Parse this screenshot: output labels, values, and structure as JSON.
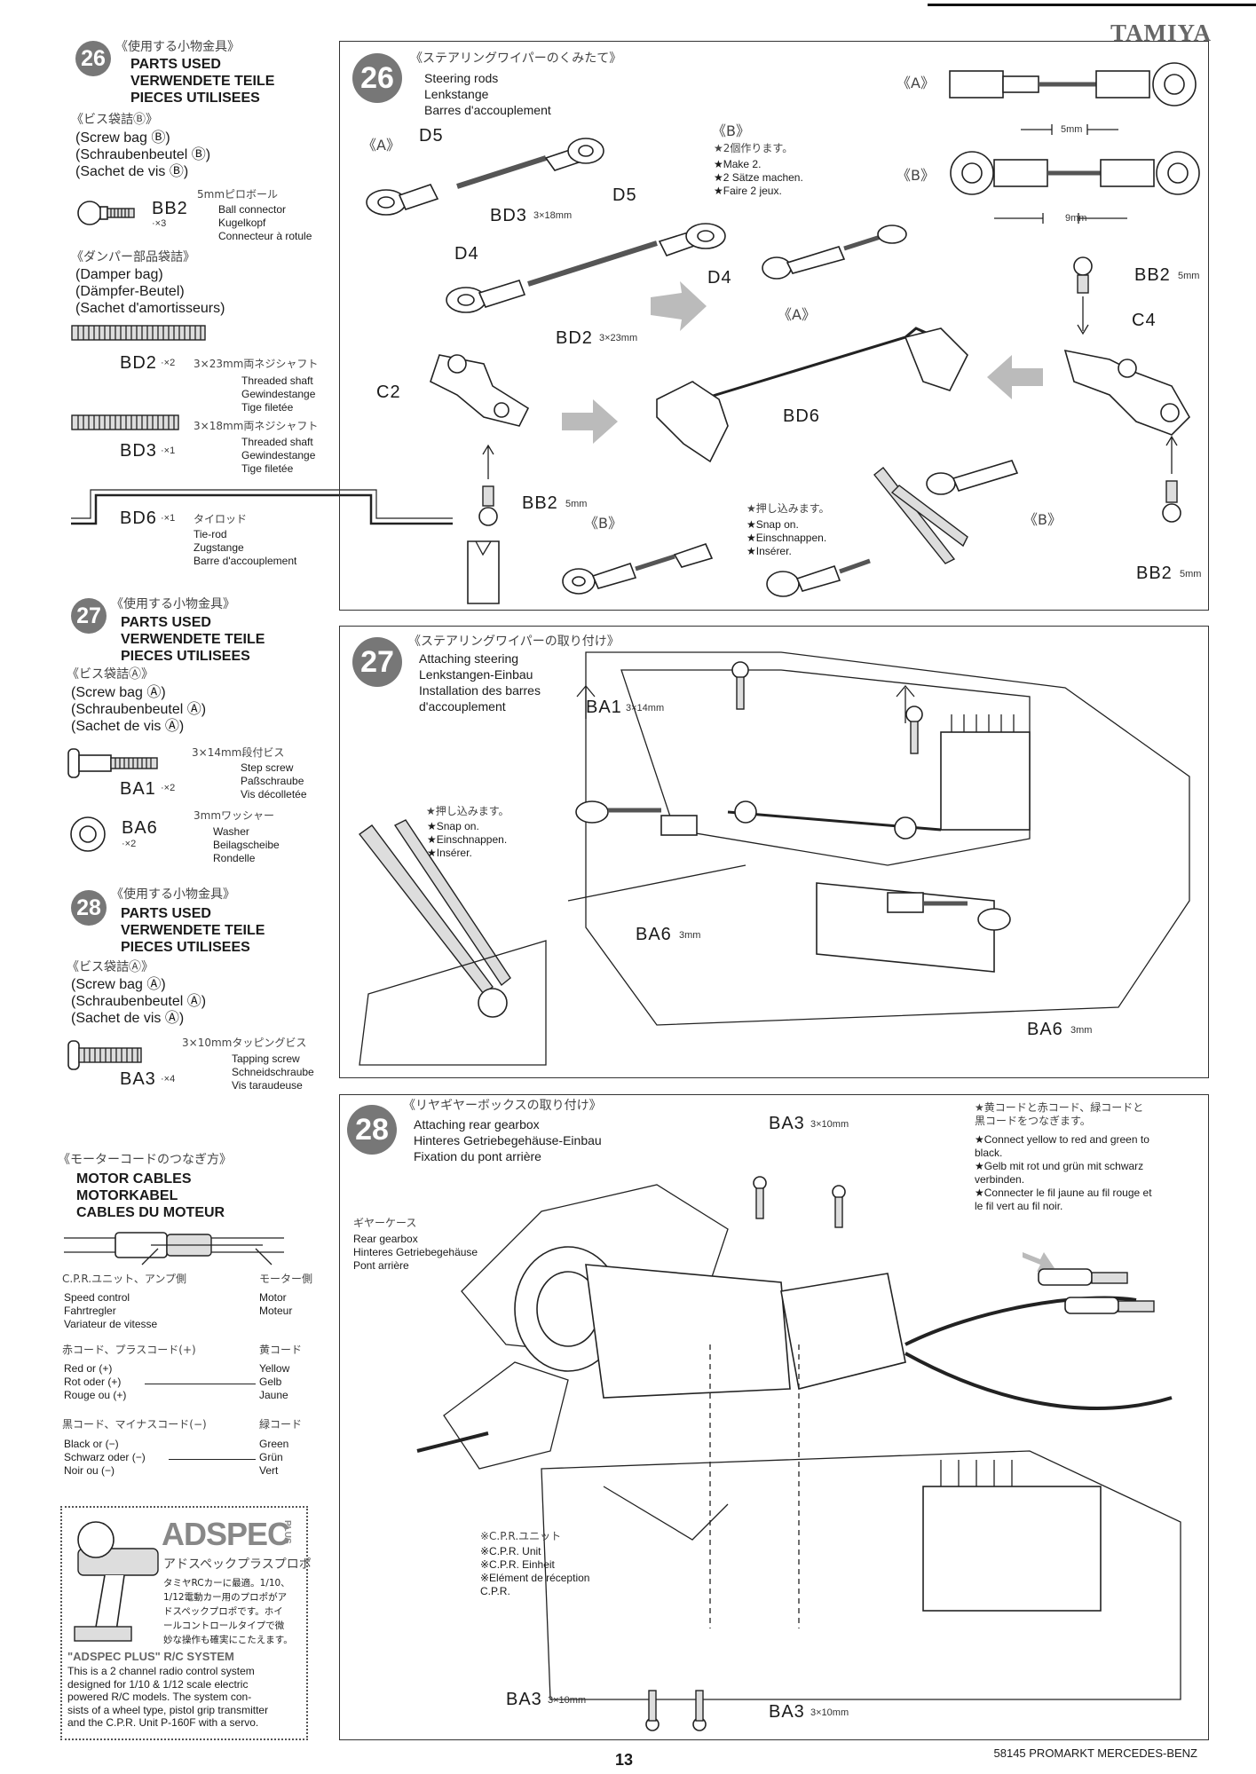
{
  "header": {
    "brand": "TAMIYA"
  },
  "left_col": {
    "s26": {
      "num": "26",
      "jp_title": "《使用する小物金具》",
      "title_lines": [
        "PARTS USED",
        "VERWENDETE TEILE",
        "PIECES UTILISEES"
      ],
      "bag_jp": "《ビス袋詰Ⓑ》",
      "bag_lines": [
        "(Screw bag Ⓑ)",
        "(Schraubenbeutel Ⓑ)",
        "(Sachet de vis Ⓑ)"
      ],
      "bb2": {
        "jp": "5mmピロボール",
        "code": "BB2",
        "qty": "·×3",
        "lines": [
          "Ball connector",
          "Kugelkopf",
          "Connecteur à rotule"
        ]
      },
      "damper_jp": "《ダンパー部品袋詰》",
      "damper_lines": [
        "(Damper bag)",
        "(Dämpfer-Beutel)",
        "(Sachet d'amortisseurs)"
      ],
      "bd2": {
        "code": "BD2",
        "qty": "·×2",
        "jp": "3×23mm両ネジシャフト",
        "lines": [
          "Threaded shaft",
          "Gewindestange",
          "Tige filetée"
        ]
      },
      "bd3": {
        "code": "BD3",
        "qty": "·×1",
        "jp": "3×18mm両ネジシャフト",
        "lines": [
          "Threaded shaft",
          "Gewindestange",
          "Tige filetée"
        ]
      },
      "bd6": {
        "code": "BD6",
        "qty": "·×1",
        "jp": "タイロッド",
        "lines": [
          "Tie-rod",
          "Zugstange",
          "Barre d'accouplement"
        ]
      }
    },
    "s27": {
      "num": "27",
      "jp_title": "《使用する小物金具》",
      "title_lines": [
        "PARTS USED",
        "VERWENDETE TEILE",
        "PIECES UTILISEES"
      ],
      "bag_jp": "《ビス袋詰Ⓐ》",
      "bag_lines": [
        "(Screw bag Ⓐ)",
        "(Schraubenbeutel Ⓐ)",
        "(Sachet de vis Ⓐ)"
      ],
      "ba1": {
        "jp": "3×14mm段付ビス",
        "code": "BA1",
        "qty": "·×2",
        "lines": [
          "Step screw",
          "Paßschraube",
          "Vis décolletée"
        ]
      },
      "ba6": {
        "jp": "3mmワッシャー",
        "code": "BA6",
        "qty": "·×2",
        "lines": [
          "Washer",
          "Beilagscheibe",
          "Rondelle"
        ]
      }
    },
    "s28": {
      "num": "28",
      "jp_title": "《使用する小物金具》",
      "title_lines": [
        "PARTS USED",
        "VERWENDETE TEILE",
        "PIECES UTILISEES"
      ],
      "bag_jp": "《ビス袋詰Ⓐ》",
      "bag_lines": [
        "(Screw bag Ⓐ)",
        "(Schraubenbeutel Ⓐ)",
        "(Sachet de vis Ⓐ)"
      ],
      "ba3": {
        "jp": "3×10mmタッピングビス",
        "code": "BA3",
        "qty": "·×4",
        "lines": [
          "Tapping screw",
          "Schneidschraube",
          "Vis taraudeuse"
        ]
      }
    },
    "motor": {
      "jp_title": "《モーターコードのつなぎ方》",
      "title_lines": [
        "MOTOR CABLES",
        "MOTORKABEL",
        "CABLES DU MOTEUR"
      ],
      "cpr_jp": "C.P.R.ユニット、アンプ側",
      "motor_jp": "モーター側",
      "cpr_lines": [
        "Speed control",
        "Fahrtregler",
        "Variateur de vitesse"
      ],
      "motor_lines": [
        "Motor",
        "Moteur"
      ],
      "red_jp": "赤コード、プラスコード(+)",
      "yellow_jp": "黄コード",
      "red_lines": [
        "Red or (+)",
        "Rot oder (+)",
        "Rouge ou (+)"
      ],
      "yellow_lines": [
        "Yellow",
        "Gelb",
        "Jaune"
      ],
      "black_jp": "黒コード、マイナスコード(−)",
      "green_jp": "緑コード",
      "black_lines": [
        "Black or (−)",
        "Schwarz oder (−)",
        "Noir ou (−)"
      ],
      "green_lines": [
        "Green",
        "Grün",
        "Vert"
      ]
    },
    "ad": {
      "brand": "ADSPEC",
      "plus": "PLUS",
      "brand_jp": "アドスペックプラスプロポ",
      "jp_lines": [
        "タミヤRCカーに最適。1/10、",
        "1/12電動カー用のプロポがア",
        "ドスペックプロポです。ホイ",
        "ールコントロールタイプで微",
        "妙な操作も確実にこたえます。"
      ],
      "title": "\"ADSPEC PLUS\" R/C SYSTEM",
      "body_lines": [
        "This is a 2 channel radio control system",
        "designed for 1/10 & 1/12 scale electric",
        "powered R/C models. The system con-",
        "sists of a wheel type, pistol grip transmitter",
        "and the C.P.R. Unit P-160F with a servo."
      ]
    }
  },
  "step26": {
    "num": "26",
    "jp_title": "《ステアリングワイパーのくみたて》",
    "lines": [
      "Steering rods",
      "Lenkstange",
      "Barres d'accouplement"
    ],
    "label_A": "《A》",
    "label_B": "《B》",
    "note_jp": "★2個作ります。",
    "note_lines": [
      "★Make 2.",
      "★2 Sätze machen.",
      "★Faire 2 jeux."
    ],
    "d5": "D5",
    "d4": "D4",
    "bd3": "BD3",
    "bd3_size": "3×18mm",
    "bd2": "BD2",
    "bd2_size": "3×23mm",
    "dim_a": "5mm",
    "dim_b": "9mm",
    "c2": "C2",
    "c4": "C4",
    "bd6": "BD6",
    "bb2": "BB2",
    "bb2_size": "5mm",
    "snap_jp": "★押し込みます。",
    "snap_lines": [
      "★Snap on.",
      "★Einschnappen.",
      "★Insérer."
    ]
  },
  "step27": {
    "num": "27",
    "jp_title": "《ステアリングワイパーの取り付け》",
    "lines": [
      "Attaching steering",
      "Lenkstangen-Einbau",
      "Installation des barres",
      "d'accouplement"
    ],
    "ba1": "BA1",
    "ba1_size": "3×14mm",
    "ba6": "BA6",
    "ba6_size": "3mm",
    "snap_jp": "★押し込みます。",
    "snap_lines": [
      "★Snap on.",
      "★Einschnappen.",
      "★Insérer."
    ]
  },
  "step28": {
    "num": "28",
    "jp_title": "《リヤギヤーボックスの取り付け》",
    "lines": [
      "Attaching rear gearbox",
      "Hinteres Getriebegehäuse-Einbau",
      "Fixation du pont arrière"
    ],
    "gear_jp": "ギヤーケース",
    "gear_lines": [
      "Rear gearbox",
      "Hinteres Getriebegehäuse",
      "Pont arrière"
    ],
    "ba3": "BA3",
    "ba3_size": "3×10mm",
    "note_jp": [
      "★黄コードと赤コード、緑コードと",
      "黒コードをつなぎます。"
    ],
    "note_lines": [
      "★Connect yellow to red and green to",
      "black.",
      "★Gelb mit rot und grün mit schwarz",
      "verbinden.",
      "★Connecter le fil jaune au fil rouge et",
      "le fil vert au fil noir."
    ],
    "cpr_jp": "※C.P.R.ユニット",
    "cpr_lines": [
      "※C.P.R. Unit",
      "※C.P.R. Einheit",
      "※Elément de réception",
      "C.P.R."
    ]
  },
  "footer": {
    "page": "13",
    "model": "58145 PROMARKT MERCEDES-BENZ"
  }
}
